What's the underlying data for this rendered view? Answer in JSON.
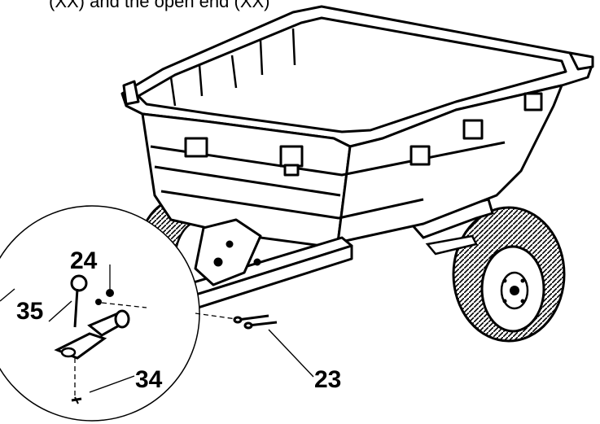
{
  "header": {
    "partial_text": "(XX) and the open end (XX)"
  },
  "callouts": {
    "part_24": "24",
    "part_35": "35",
    "part_34": "34",
    "part_23": "23"
  },
  "colors": {
    "line": "#000000",
    "background": "#ffffff",
    "tire_fill": "#bdbdbd"
  }
}
